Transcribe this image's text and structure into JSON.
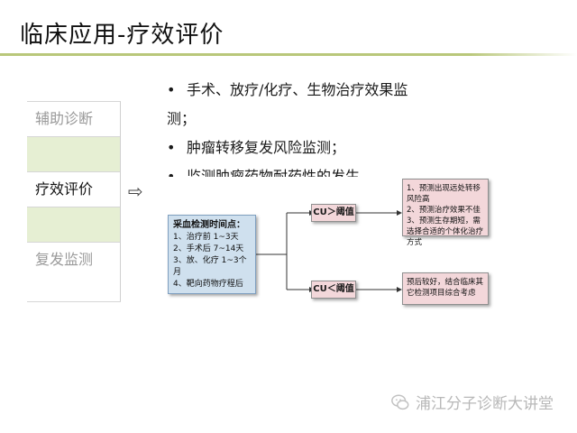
{
  "title": "临床应用-疗效评价",
  "nav": {
    "items": [
      {
        "label": "辅助诊断",
        "state": "inactive"
      },
      {
        "label": "",
        "state": "spacer"
      },
      {
        "label": "疗效评价",
        "state": "active"
      },
      {
        "label": "",
        "state": "spacer"
      },
      {
        "label": "复发监测",
        "state": "inactive"
      }
    ]
  },
  "arrow": "⇨",
  "bullets": [
    {
      "text_line1": "手术、放疗/化疗、生物治疗效果监",
      "text_line2": "测；"
    },
    {
      "text_line1": "肿瘤转移复发风险监测；"
    },
    {
      "text_line1": "监测肿瘤药物耐药性的发生"
    }
  ],
  "flowchart": {
    "timing": {
      "heading": "采血检测时间点：",
      "items": [
        "1、治疗前 1~3天",
        "2、手术后 7~14天",
        "3、放、化疗 1~3个月",
        "4、靶向药物疗程后"
      ]
    },
    "gt_label": "CU＞阈值",
    "lt_label": "CU＜阈值",
    "high_result": [
      "1、预测出现远处转移风险高",
      "2、预测治疗效果不佳",
      "3、预测生存期短，需选择合适的个体化治疗方式"
    ],
    "low_result": "预后较好，结合临床其它检测项目综合考虑"
  },
  "watermark": "浦江分子诊断大讲堂",
  "colors": {
    "accent": "#b9c77a",
    "nav_highlight": "#e6efd3",
    "timing_box": "#cfe0ee",
    "result_box": "#f3d7da"
  }
}
